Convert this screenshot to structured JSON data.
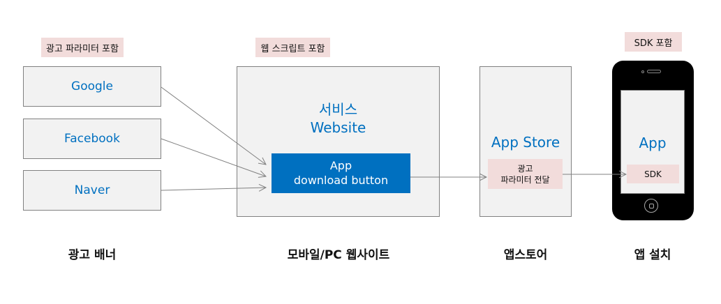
{
  "tags": {
    "ad_params": "광고 파라미터 포함",
    "web_script": "웹 스크립트 포함",
    "sdk": "SDK 포함"
  },
  "sources": [
    "Google",
    "Facebook",
    "Naver"
  ],
  "website": {
    "title_ko": "서비스",
    "title_en": "Website",
    "button_line1": "App",
    "button_line2": "download button"
  },
  "appstore": {
    "title": "App Store",
    "param_line1": "광고",
    "param_line2": "파라미터 전달"
  },
  "phone": {
    "app": "App",
    "sdk": "SDK"
  },
  "labels": {
    "banner": "광고 배너",
    "website": "모바일/PC 웹사이트",
    "store": "앱스토어",
    "install": "앱 설치"
  },
  "colors": {
    "accent": "#0070c0",
    "tag": "#f2dcdb",
    "box": "#f2f2f2"
  }
}
